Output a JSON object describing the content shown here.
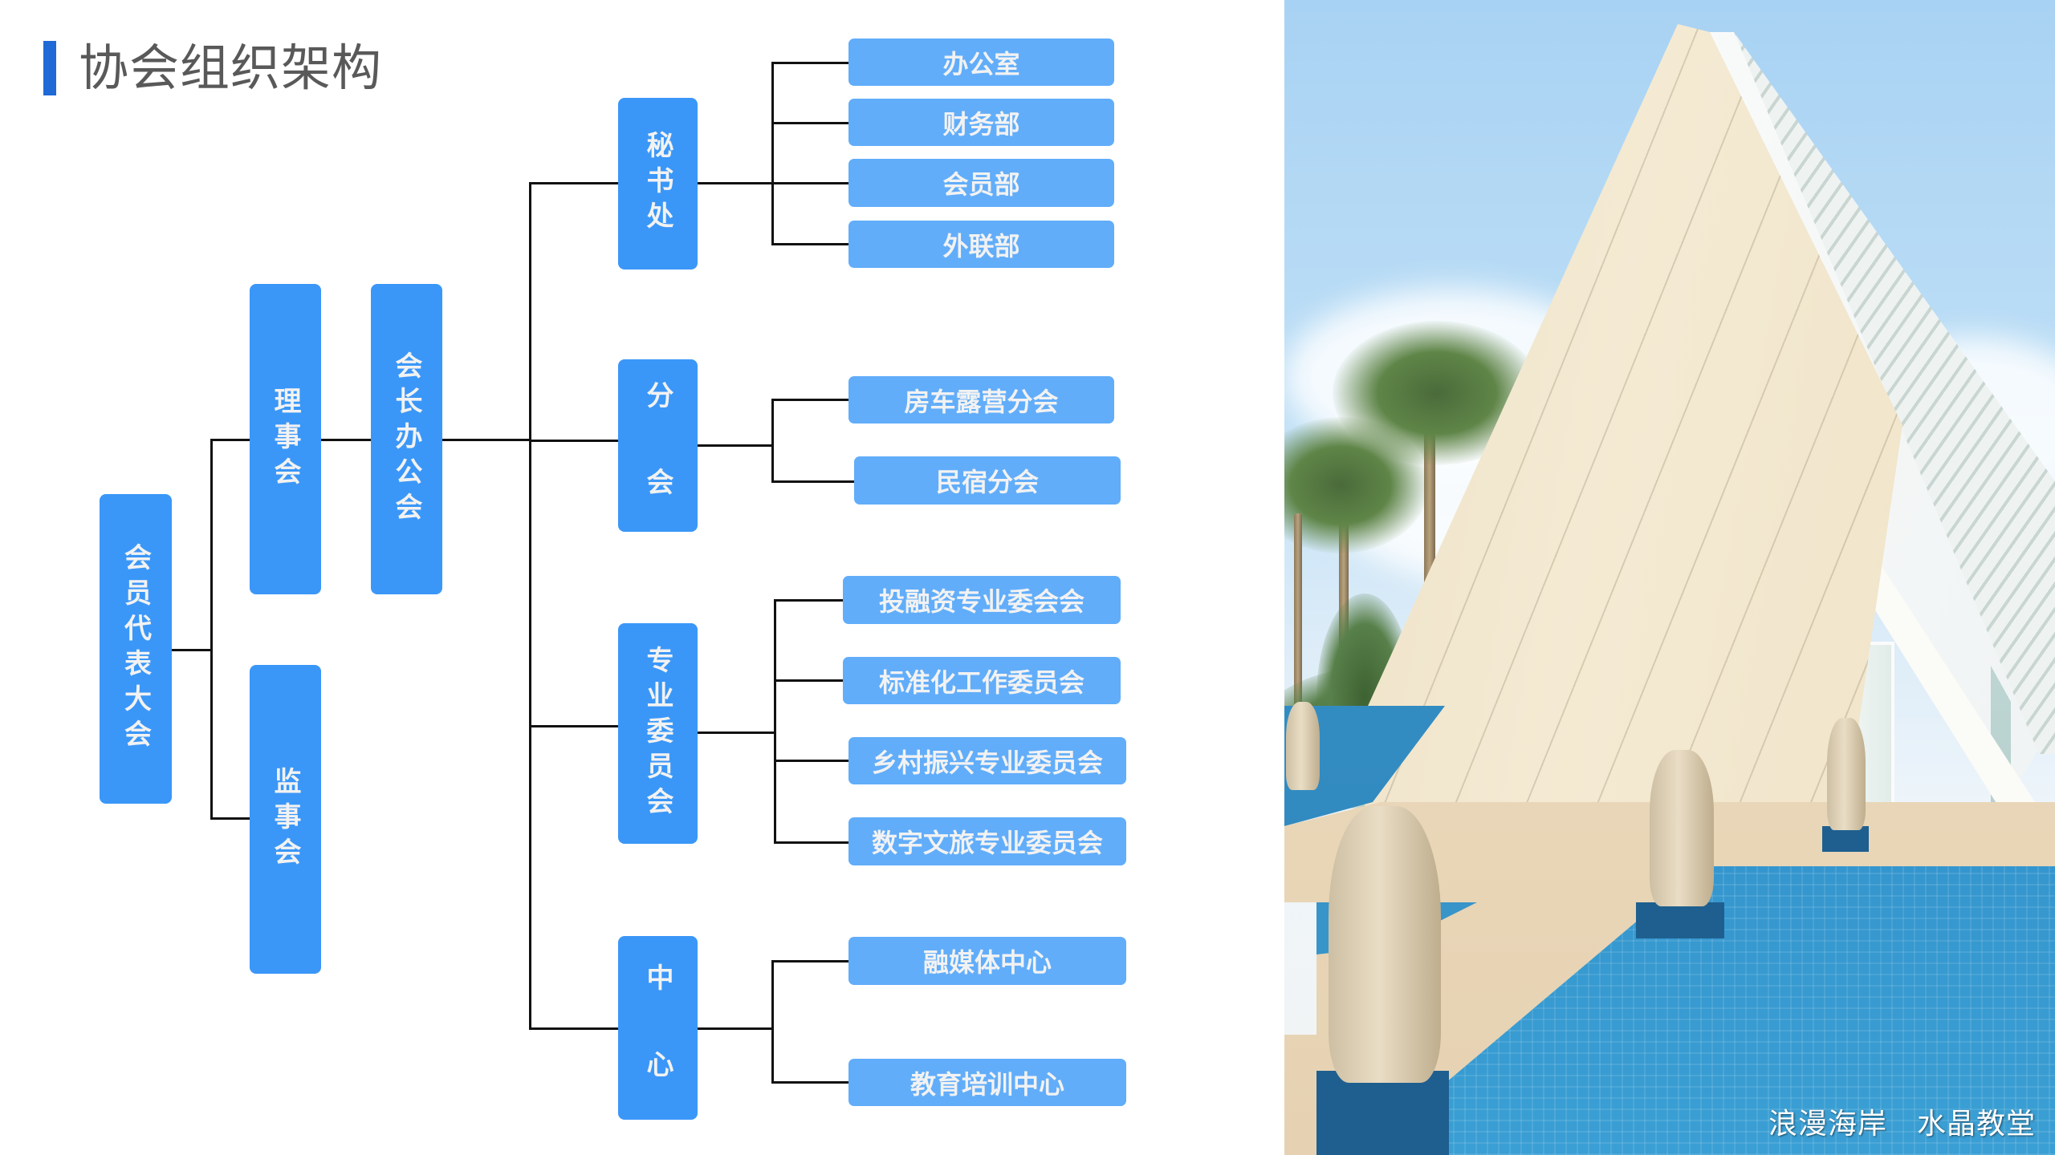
{
  "header": {
    "title": "协会组织架构",
    "accent_color": "#1f6ad6"
  },
  "colors": {
    "main_box": "#3a97f8",
    "leaf_box": "#61adfa",
    "box_text": "#f2f2f2",
    "connector": "#111111",
    "title_text": "#595959"
  },
  "org": {
    "root": {
      "label": "会员代表大会"
    },
    "level1": [
      {
        "label": "理事会"
      },
      {
        "label": "监事会"
      }
    ],
    "president_office": {
      "label": "会长办公会"
    },
    "departments": [
      {
        "label": "秘书处",
        "children": [
          {
            "label": "办公室"
          },
          {
            "label": "财务部"
          },
          {
            "label": "会员部"
          },
          {
            "label": "外联部"
          }
        ]
      },
      {
        "label": "分　会",
        "children": [
          {
            "label": "房车露营分会"
          },
          {
            "label": "民宿分会"
          }
        ]
      },
      {
        "label": "专业委员会",
        "children": [
          {
            "label": "投融资专业委会会"
          },
          {
            "label": "标准化工作委员会"
          },
          {
            "label": "乡村振兴专业委员会"
          },
          {
            "label": "数字文旅专业委员会"
          }
        ]
      },
      {
        "label": "中　心",
        "children": [
          {
            "label": "融媒体中心"
          },
          {
            "label": "教育培训中心"
          }
        ]
      }
    ]
  },
  "photo": {
    "caption": "浪漫海岸　水晶教堂",
    "subject": "crystal-chapel-photo"
  }
}
